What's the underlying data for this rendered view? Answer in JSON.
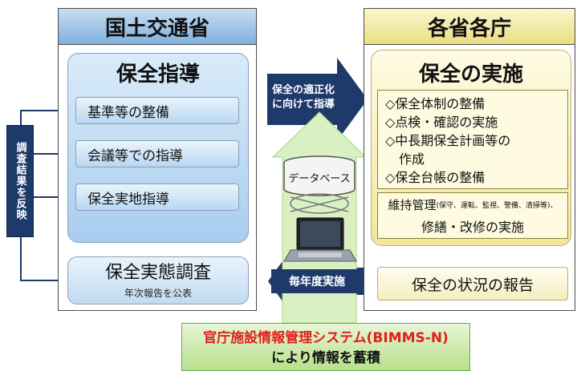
{
  "left_panel": {
    "header": "国土交通省",
    "guidance": {
      "title": "保全指導",
      "items": [
        "基準等の整備",
        "会議等での指導",
        "保全実地指導"
      ]
    },
    "survey": {
      "title": "保全実態調査",
      "subtitle": "年次報告を公表"
    }
  },
  "right_panel": {
    "header": "各省各庁",
    "implementation": {
      "title": "保全の実施",
      "items": [
        "◇保全体制の整備",
        "◇点検・確認の実施",
        "◇中長期保全計画等の",
        "作成",
        "◇保全台帳の整備"
      ]
    },
    "maintenance": {
      "line1_main": "維持管理",
      "line1_detail": "(保守、運転、監視、警備、清掃等)、",
      "line2": "修繕・改修の実施"
    },
    "report": "保全の状況の報告"
  },
  "arrows": {
    "optimization_line1": "保全の適正化",
    "optimization_line2": "に向けて指導",
    "reflect_results": "調査結果を反映",
    "yearly": "毎年度実施"
  },
  "database_label": "データベース",
  "bimms": {
    "line1": "官庁施設情報管理システム(BIMMS-N)",
    "line2": "により情報を蓄積"
  },
  "colors": {
    "blue_header": "#7fb0dc",
    "yellow_header": "#eadf82",
    "navy": "#1d3a6b",
    "green": "#b7e08a",
    "red_text": "#e0201a"
  }
}
